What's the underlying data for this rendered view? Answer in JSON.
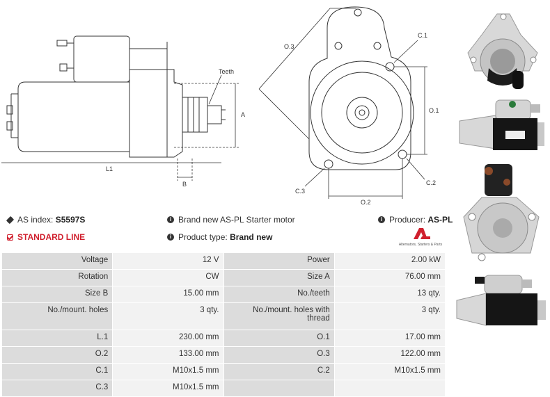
{
  "diagram": {
    "labels": {
      "teeth": "Teeth",
      "a": "A",
      "l1": "L1",
      "b": "B",
      "o3": "O.3",
      "o1": "O.1",
      "o2": "O.2",
      "c1": "C.1",
      "c2": "C.2",
      "c3": "C.3"
    }
  },
  "photos": {
    "icons": [
      "starter-front-view",
      "starter-side-view",
      "starter-rear-view",
      "starter-top-view"
    ]
  },
  "info": {
    "as_index_label": "AS index:",
    "as_index_value": "S5597S",
    "line_label": "STANDARD LINE",
    "description": "Brand new AS-PL Starter motor",
    "product_type_label": "Product type:",
    "product_type_value": "Brand new",
    "producer_label": "Producer:",
    "producer_value": "AS-PL",
    "logo_text": "AS",
    "logo_subtext": "Alternators, Starters & Parts"
  },
  "colors": {
    "accent": "#d0202e",
    "key_cell": "#dcdcdc",
    "value_cell": "#f2f2f2"
  },
  "specs": [
    {
      "k1": "Voltage",
      "v1": "12 V",
      "k2": "Power",
      "v2": "2.00 kW"
    },
    {
      "k1": "Rotation",
      "v1": "CW",
      "k2": "Size A",
      "v2": "76.00 mm"
    },
    {
      "k1": "Size B",
      "v1": "15.00 mm",
      "k2": "No./teeth",
      "v2": "13 qty."
    },
    {
      "k1": "No./mount. holes",
      "v1": "3 qty.",
      "k2": "No./mount. holes with thread",
      "v2": "3 qty."
    },
    {
      "k1": "L.1",
      "v1": "230.00 mm",
      "k2": "O.1",
      "v2": "17.00 mm"
    },
    {
      "k1": "O.2",
      "v1": "133.00 mm",
      "k2": "O.3",
      "v2": "122.00 mm"
    },
    {
      "k1": "C.1",
      "v1": "M10x1.5 mm",
      "k2": "C.2",
      "v2": "M10x1.5 mm"
    },
    {
      "k1": "C.3",
      "v1": "M10x1.5 mm",
      "k2": "",
      "v2": ""
    }
  ]
}
